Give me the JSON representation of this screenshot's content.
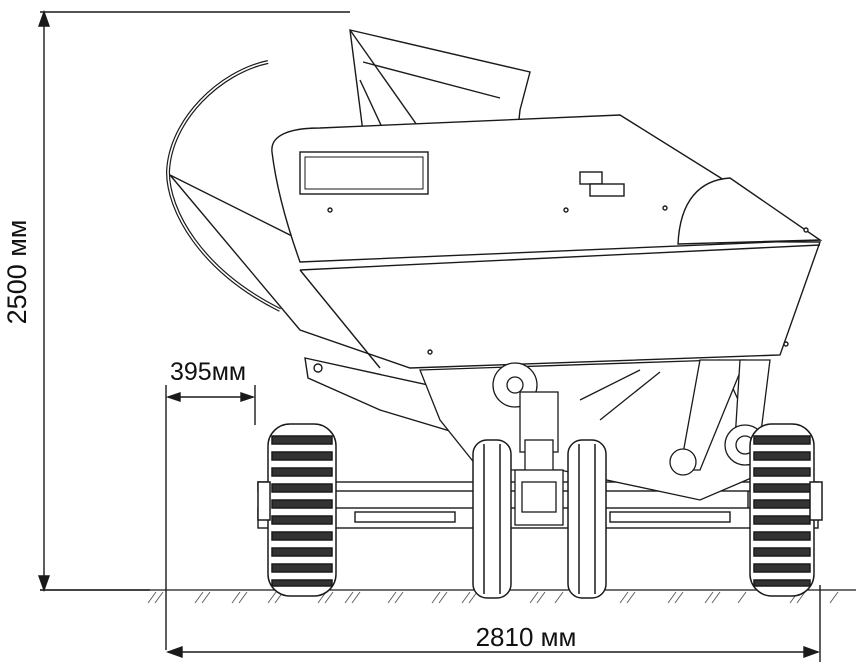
{
  "dimensions": {
    "height_label": "2500 мм",
    "axle_offset_label": "395мм",
    "width_label": "2810 мм"
  },
  "colors": {
    "line": "#1a1a1a",
    "panel": "#ffffff",
    "background": "#ffffff"
  }
}
